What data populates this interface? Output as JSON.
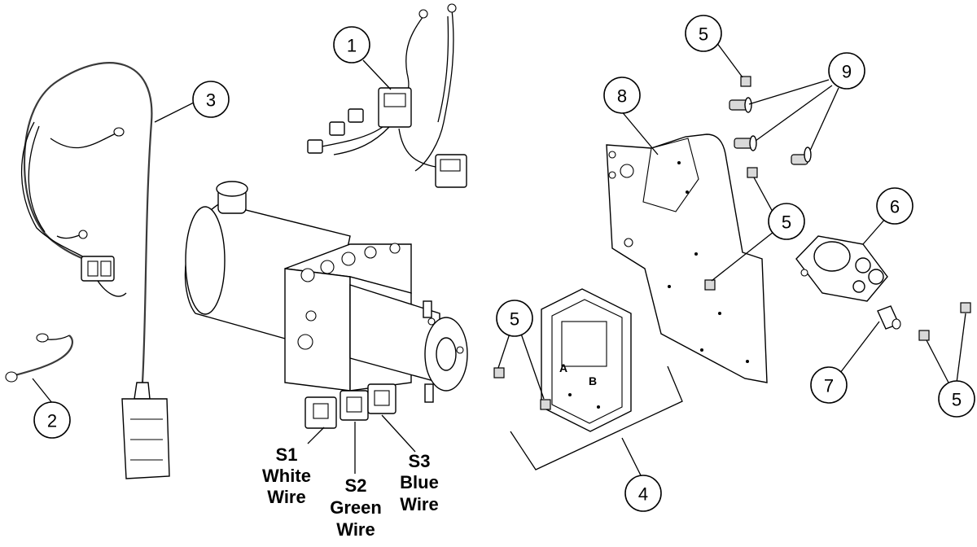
{
  "callouts": {
    "c1": "1",
    "c2": "2",
    "c3": "3",
    "c4": "4",
    "c5a": "5",
    "c5b": "5",
    "c5c": "5",
    "c5d": "5",
    "c6": "6",
    "c7": "7",
    "c8": "8",
    "c9": "9"
  },
  "solenoids": {
    "s1": {
      "code": "S1",
      "line1": "White",
      "line2": "Wire"
    },
    "s2": {
      "code": "S2",
      "line1": "Green",
      "line2": "Wire"
    },
    "s3": {
      "code": "S3",
      "line1": "Blue",
      "line2": "Wire"
    }
  },
  "control_module": {
    "port_a": "A",
    "port_b": "B"
  }
}
